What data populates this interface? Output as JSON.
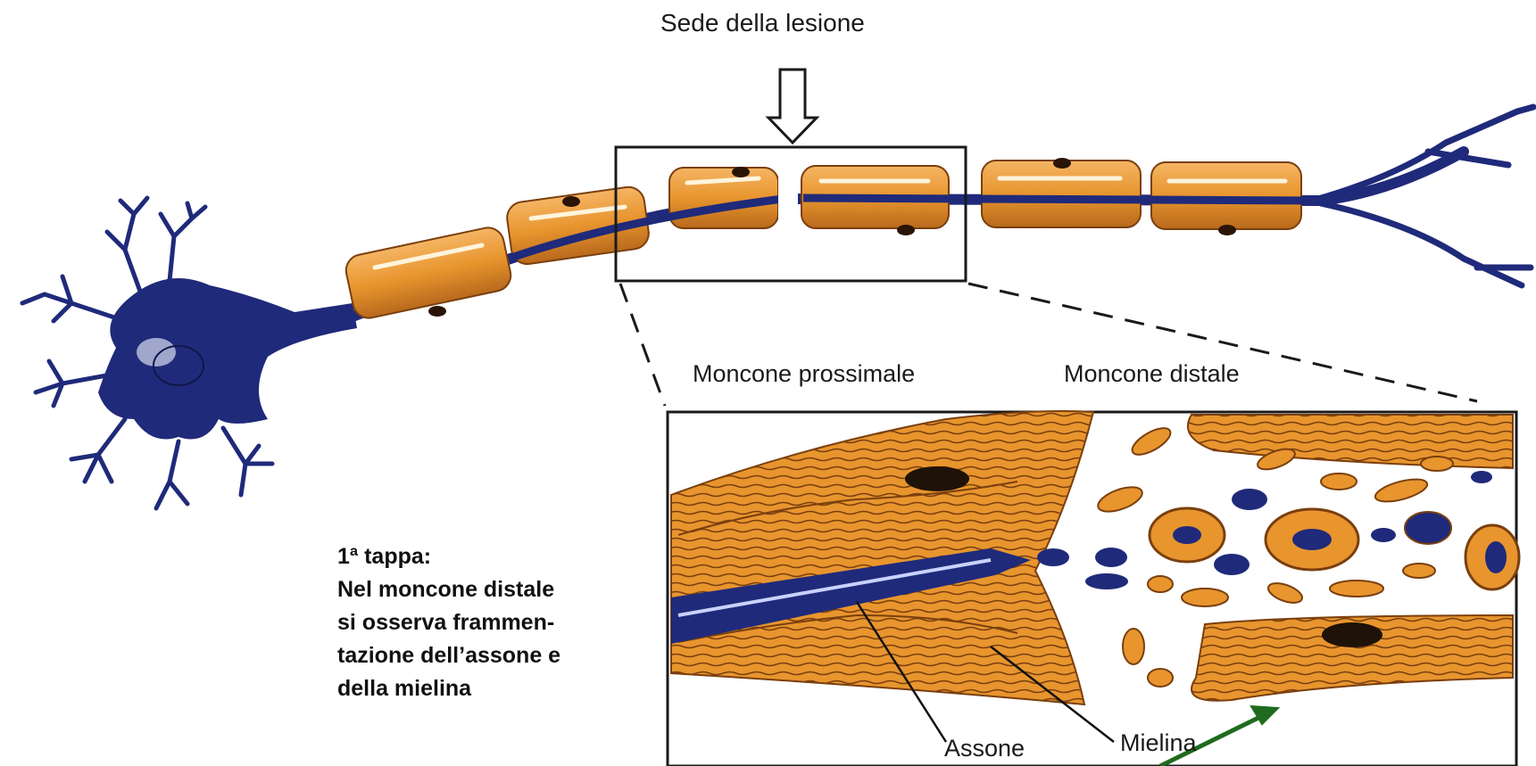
{
  "labels": {
    "lesion_site": "Sede della lesione",
    "proximal_stump": "Moncone prossimale",
    "distal_stump": "Moncone distale",
    "axon": "Assone",
    "myelin": "Mielina"
  },
  "stage_text": {
    "heading": "1ª tappa:",
    "lines": [
      "Nel moncone distale",
      "si osserva frammen-",
      "tazione dell’assone e",
      "della mielina"
    ]
  },
  "colors": {
    "neuron_blue": "#1f2a7a",
    "myelin_orange": "#e8952e",
    "myelin_dark": "#8a4a12",
    "annotation_arrow": "#1f6b1f"
  }
}
